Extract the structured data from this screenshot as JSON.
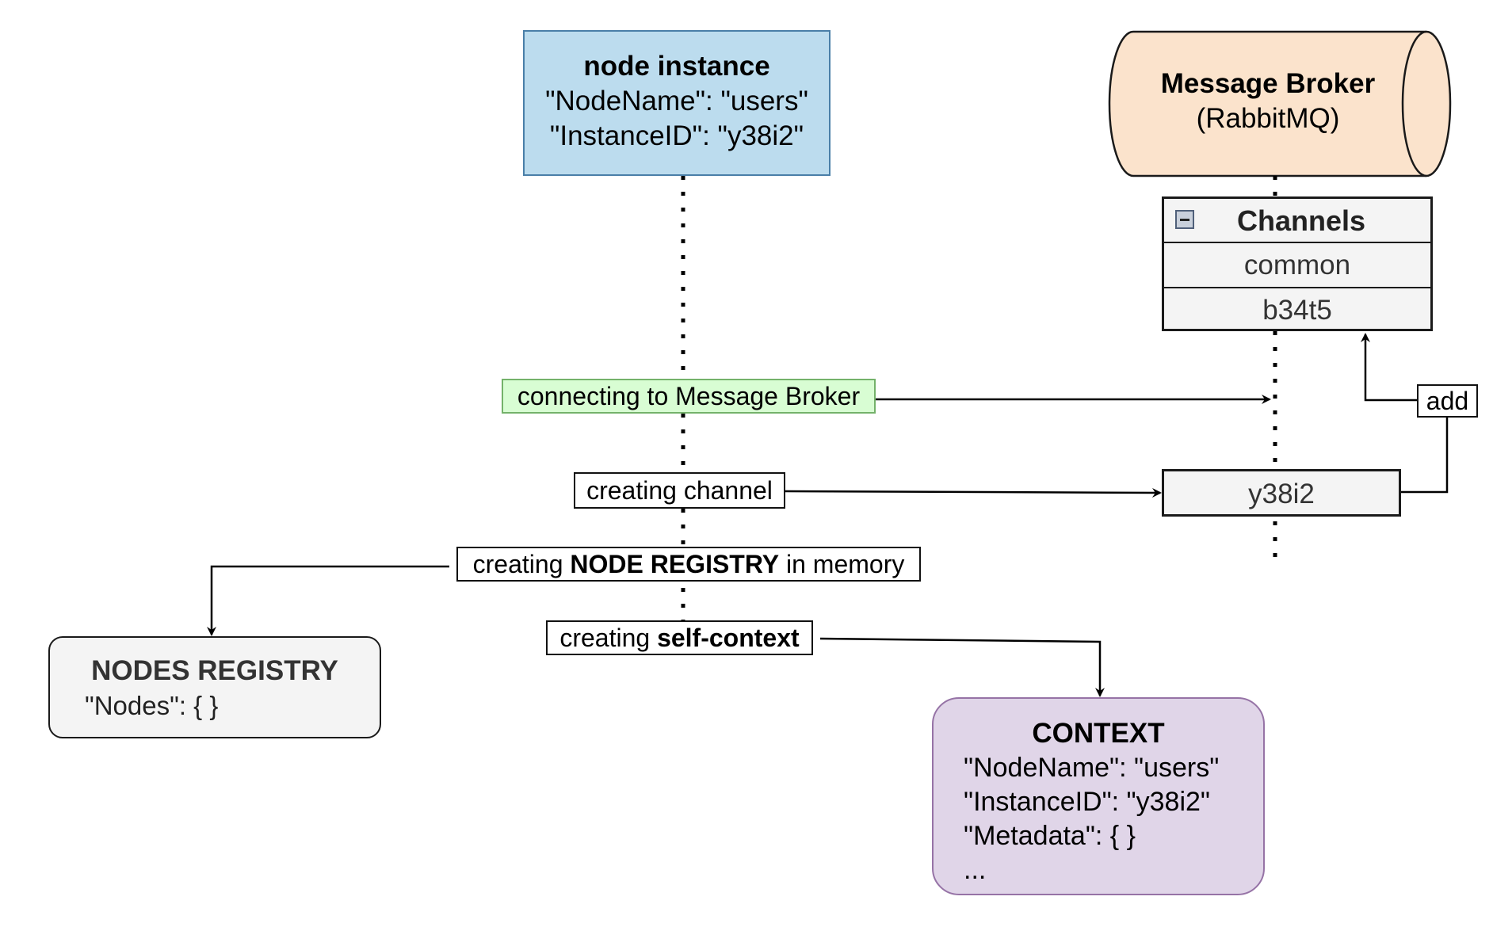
{
  "node_instance": {
    "title": "node instance",
    "lines": [
      "\"NodeName\": \"users\"",
      "\"InstanceID\": \"y38i2\""
    ]
  },
  "message_broker": {
    "title": "Message Broker",
    "subtitle": "(RabbitMQ)"
  },
  "channels": {
    "header": "Channels",
    "items": [
      "common",
      "b34t5"
    ],
    "new_channel": "y38i2"
  },
  "steps": {
    "connect": "connecting to Message Broker",
    "create_channel": "creating channel",
    "registry": {
      "pre": "creating ",
      "bold": "NODE REGISTRY",
      "post": " in memory"
    },
    "context": {
      "pre": "creating ",
      "bold": "self-context"
    },
    "add": "add"
  },
  "nodes_registry": {
    "title": "NODES REGISTRY",
    "content": "\"Nodes\": { }"
  },
  "context": {
    "title": "CONTEXT",
    "lines": [
      "\"NodeName\": \"users\"",
      "\"InstanceID\": \"y38i2\"",
      "\"Metadata\": { }",
      "..."
    ]
  },
  "colors": {
    "node_instance_fill": "#bcdcee",
    "broker_fill": "#fbe3cc",
    "connect_label_fill": "#d8fdd3",
    "registry_fill": "#f4f4f4",
    "context_fill": "#e0d5e8",
    "context_border": "#9673a6"
  }
}
